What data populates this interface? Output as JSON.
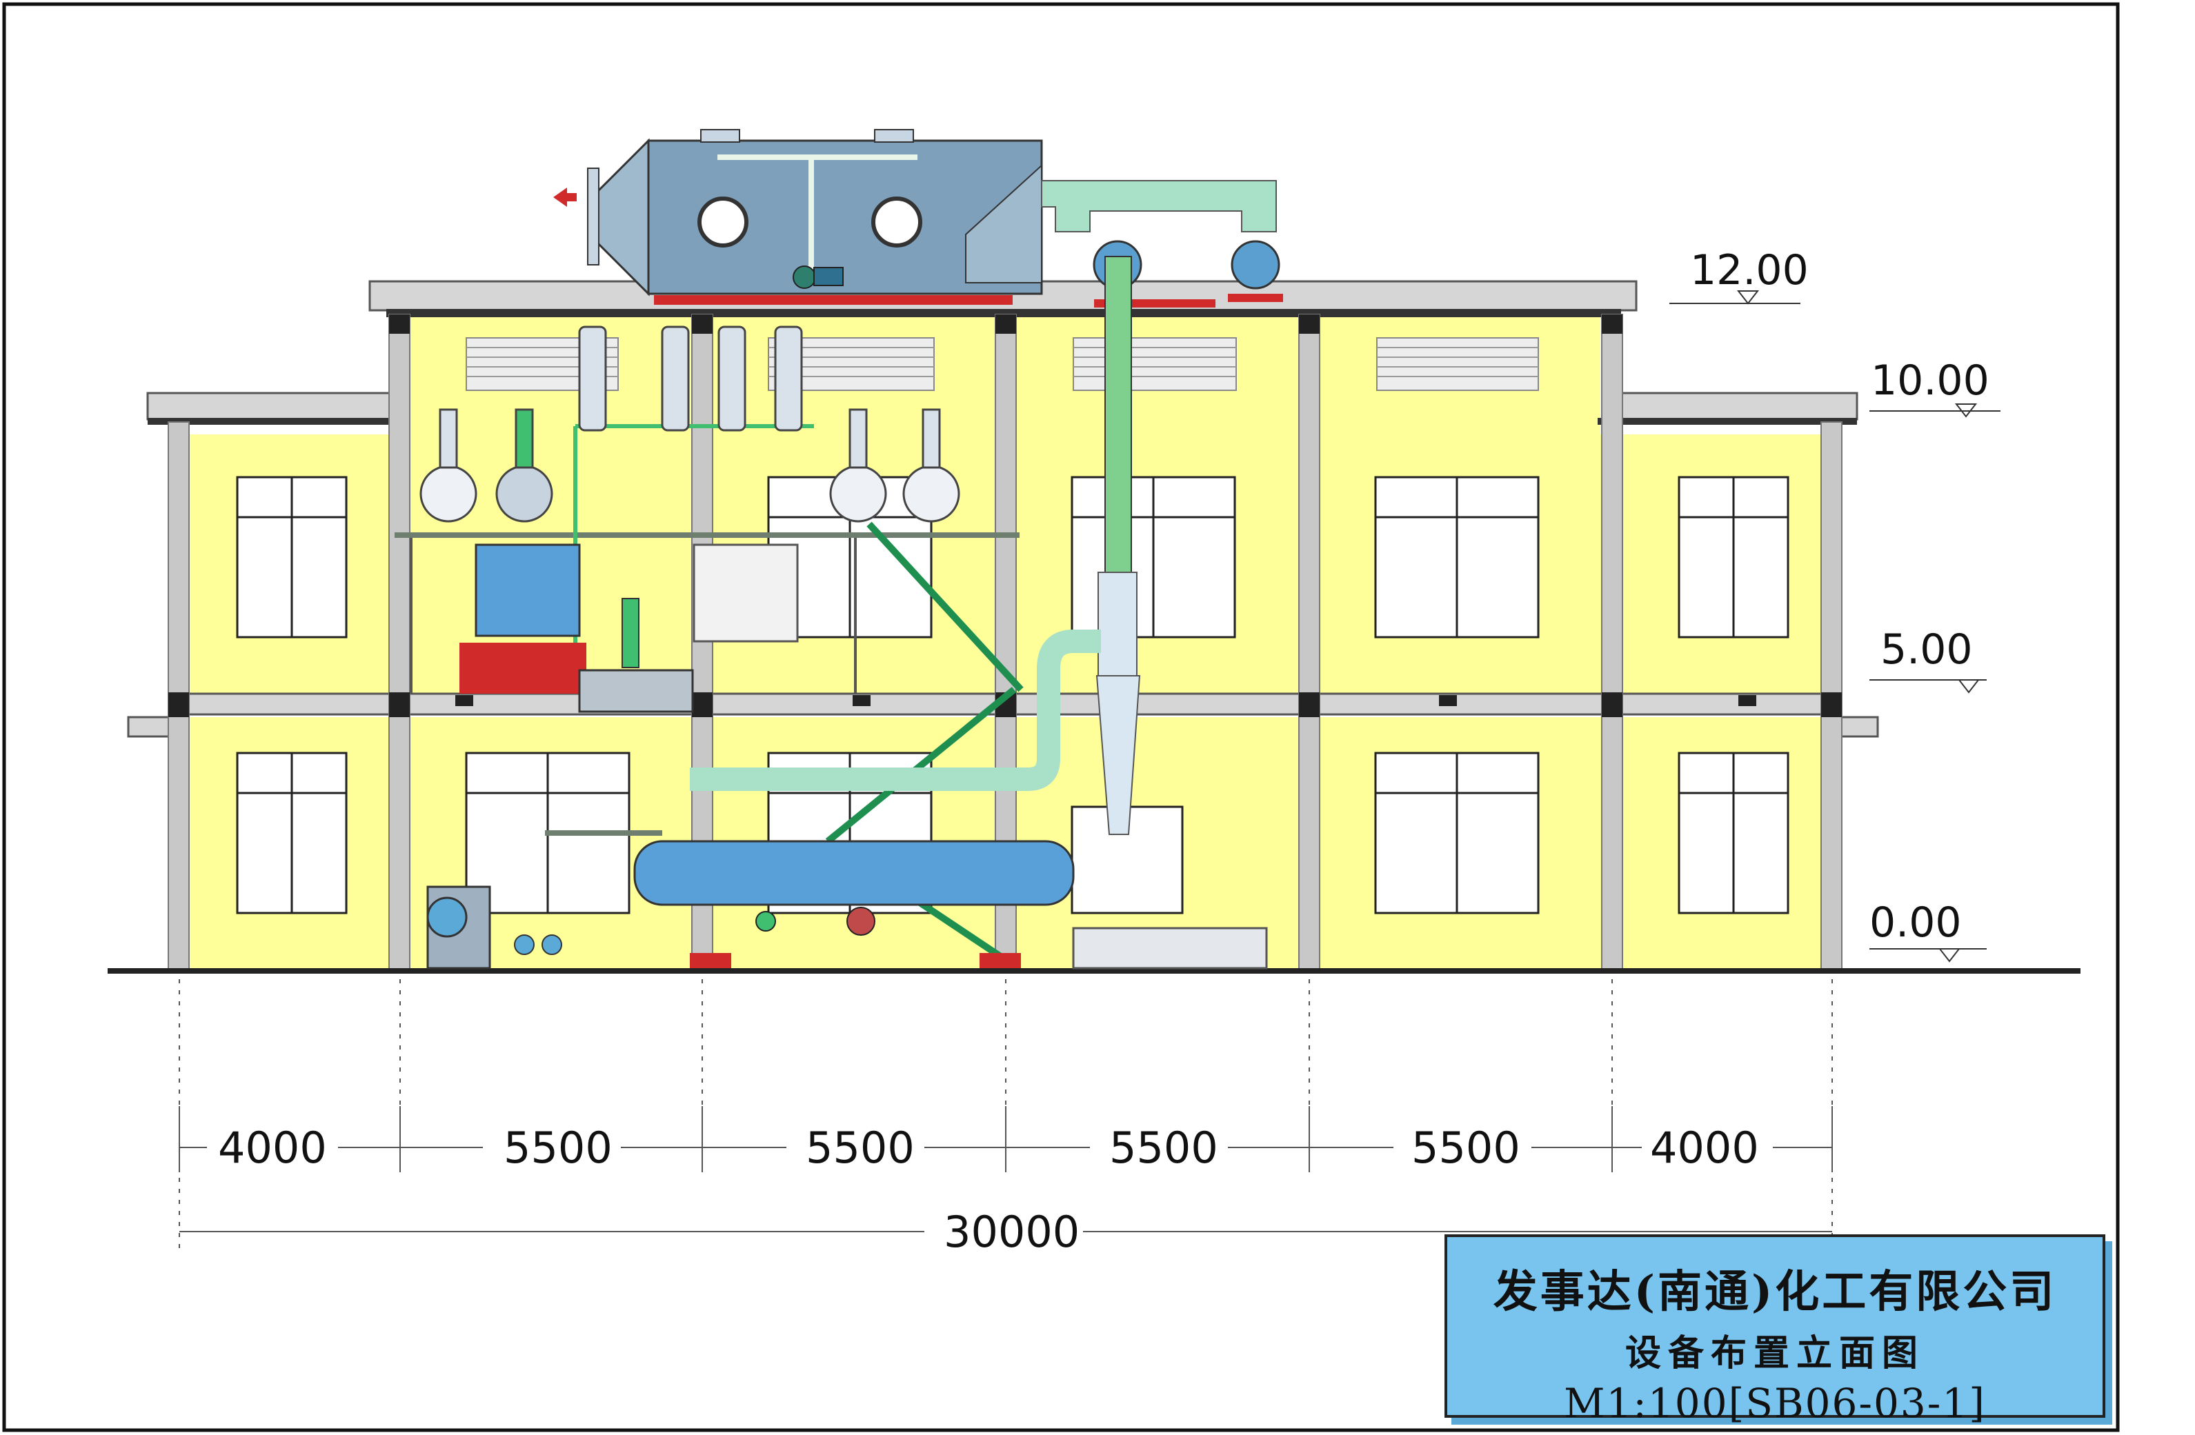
{
  "elevations": [
    "12.00",
    "10.00",
    "5.00",
    "0.00"
  ],
  "dimensions": {
    "bays": [
      "4000",
      "5500",
      "5500",
      "5500",
      "5500",
      "4000"
    ],
    "total": "30000"
  },
  "title_block": {
    "company": "发事达(南通)化工有限公司",
    "drawing_title": "设备布置立面图",
    "scale": "M1:100[SB06-03-1]"
  },
  "colors": {
    "wall": "#ffff99",
    "column": "#c8c8c8",
    "duct": "#a8e0c8",
    "pipe": "#3fbf6f",
    "equipment": "#7fa9c9",
    "base": "#d12a2a",
    "title_bg": "#78c4ee"
  }
}
